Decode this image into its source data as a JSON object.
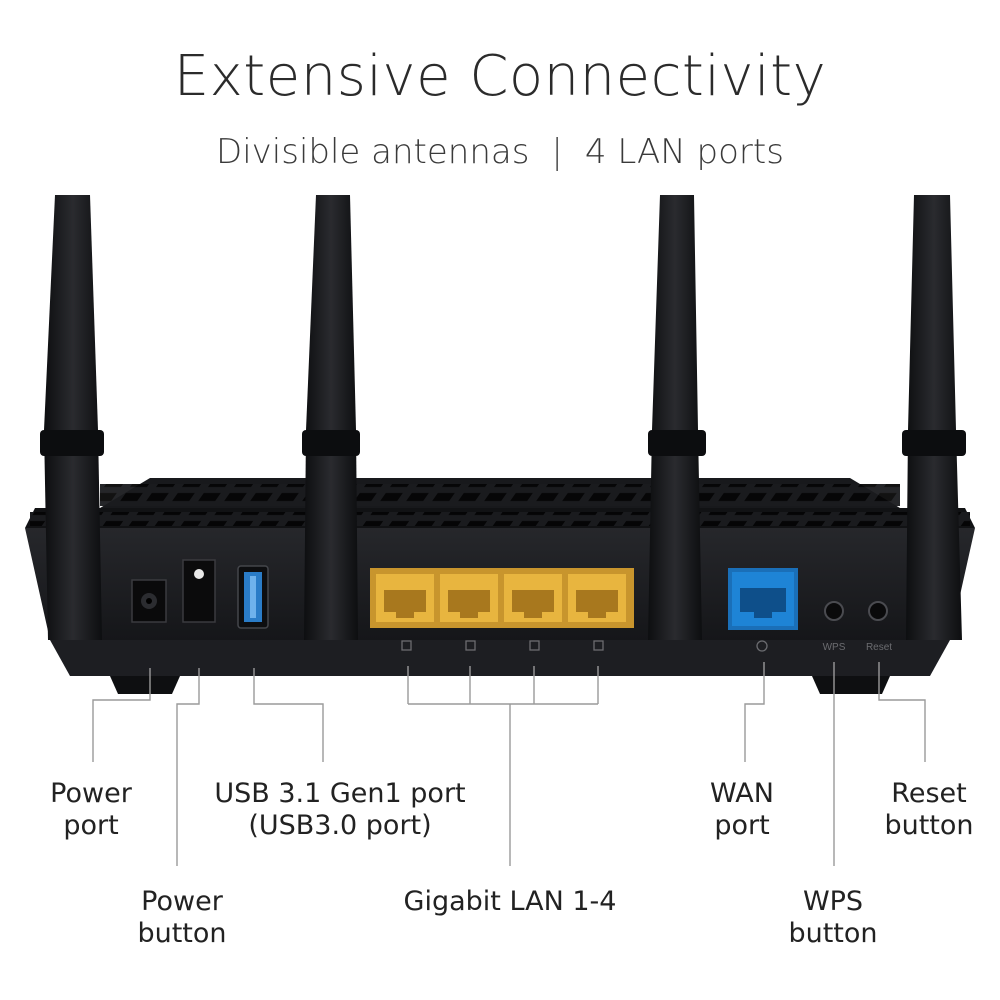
{
  "header": {
    "title": "Extensive Connectivity",
    "subtitle_left": "Divisible antennas",
    "subtitle_separator": "|",
    "subtitle_right": "4 LAN ports"
  },
  "colors": {
    "router_body": "#1c1d20",
    "lan_ports": "#e8b53f",
    "wan_port": "#1e84d6",
    "usb_port": "#2a7cc7",
    "callout_line": "#9a9a9a"
  },
  "callouts": {
    "power_port": [
      "Power",
      "port"
    ],
    "power_button": [
      "Power",
      "button"
    ],
    "usb_port": [
      "USB 3.1 Gen1 port",
      "(USB3.0 port)"
    ],
    "lan_ports": "Gigabit LAN 1-4",
    "wan_port": [
      "WAN",
      "port"
    ],
    "wps_button": [
      "WPS",
      "button"
    ],
    "reset_button": [
      "Reset",
      "button"
    ]
  },
  "panel_markings": {
    "wps": "WPS",
    "reset": "Reset"
  }
}
